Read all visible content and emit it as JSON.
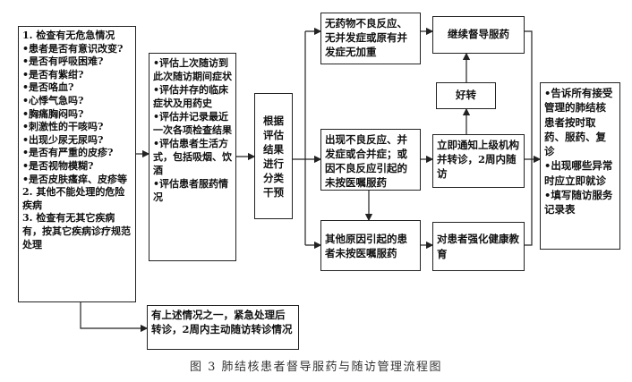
{
  "box1": {
    "lines": [
      "1. 检查有无危急情况",
      "•患者是否有意识改变?",
      "•是否有呼吸困难?",
      "•是否有紫绀?",
      "•是否咯血?",
      "•心悸气急吗?",
      "•胸痛胸闷吗?",
      "•刺激性的干咳吗?",
      "•出现少尿无尿吗?",
      "•是否有严重的皮疹?",
      "•是否视物模糊?",
      "•是否皮肤瘙痒、皮疹等",
      "2. 其他不能处理的危险疾病",
      "3. 检查有无其它疾病有，按其它疾病诊疗规范处理"
    ]
  },
  "box2": {
    "lines": [
      "•评估上次随访到此次随访期间症状",
      "•评估并存的临床症状及用药史",
      "•评估并记录最近一次各项检查结果",
      "•评估患者生活方式，包括吸烟、饮酒",
      "•评估患者服药情况"
    ]
  },
  "box3": {
    "text": "根据评估结果进行分类干预"
  },
  "box4": {
    "text": "无药物不良反应、无并发症或原有并发症无加重"
  },
  "box5": {
    "text": "出现不良反应、并发症或合并症；或因不良反应引起的未按医嘱服药"
  },
  "box6": {
    "text": "其他原因引起的患者未按医嘱服药"
  },
  "box7": {
    "text": "继续督导服药"
  },
  "box8": {
    "text": "好转"
  },
  "box9": {
    "text": "立即通知上级机构并转诊，2周内随访"
  },
  "box10": {
    "text": "对患者强化健康教育"
  },
  "box11": {
    "lines": [
      "•告诉所有接受管理的肺结核患者按时取药、服药、复诊",
      "•出现哪些异常时应立即就诊",
      "•填写随访服务记录表"
    ]
  },
  "box12": {
    "text": "有上述情况之一，紧急处理后转诊，2周内主动随访转诊情况"
  },
  "caption": "图 3  肺结核患者督导服药与随访管理流程图"
}
